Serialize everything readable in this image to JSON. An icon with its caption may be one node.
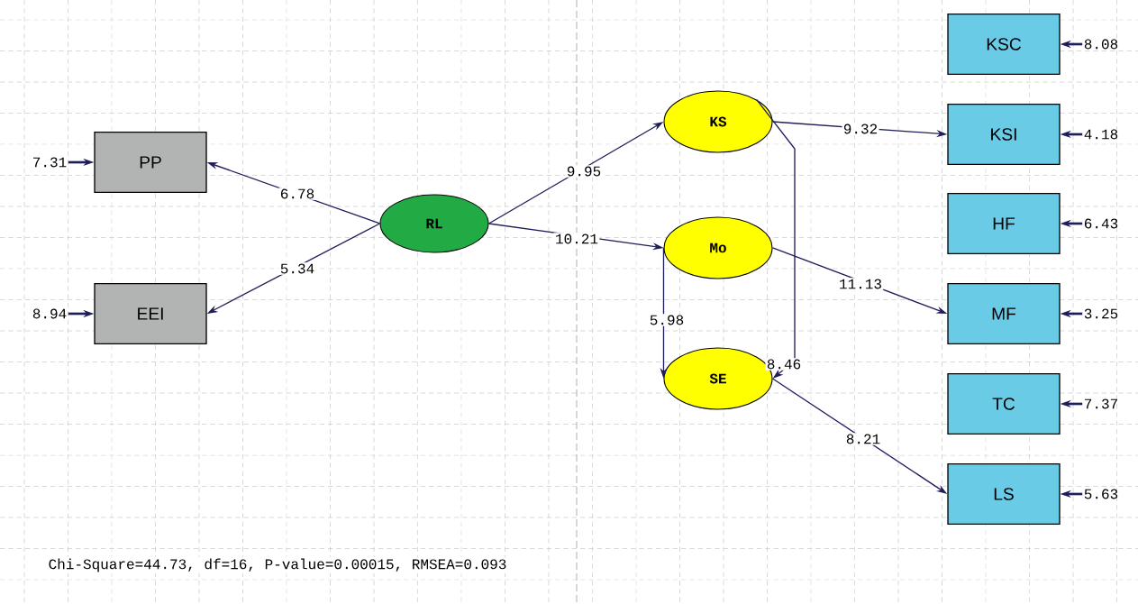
{
  "diagram": {
    "nodes": [
      {
        "text": [
          "PP"
        ]
      },
      {
        "text": [
          "EEI"
        ]
      },
      {
        "text": [
          "RL"
        ]
      },
      {
        "text": [
          "KS"
        ]
      },
      {
        "text": [
          "Mo"
        ]
      },
      {
        "text": [
          "SE"
        ]
      },
      {
        "text": [
          "KSC"
        ]
      },
      {
        "text": [
          "KSI"
        ]
      },
      {
        "text": [
          "HF"
        ]
      },
      {
        "text": [
          "MF"
        ]
      },
      {
        "text": [
          "TC"
        ]
      },
      {
        "text": [
          "LS"
        ]
      },
      {
        "text": [
          "7.31"
        ]
      },
      {
        "text": [
          "8.94"
        ]
      },
      {
        "text": [
          "8.08"
        ]
      },
      {
        "text": [
          "4.18"
        ]
      },
      {
        "text": [
          "6.43"
        ]
      },
      {
        "text": [
          "3.25"
        ]
      },
      {
        "text": [
          "7.37"
        ]
      },
      {
        "text": [
          "5.63"
        ]
      }
    ],
    "edges": [
      {
        "from": 2,
        "to": 0,
        "arrow": "to",
        "label": "6.78"
      },
      {
        "from": 2,
        "to": 1,
        "arrow": "to",
        "label": "5.34"
      },
      {
        "from": 2,
        "to": 3,
        "arrow": "to",
        "label": "9.95"
      },
      {
        "from": 2,
        "to": 4,
        "arrow": "to",
        "label": "10.21"
      },
      {
        "from": 4,
        "to": 5,
        "arrow": "to",
        "label": "5.98"
      },
      {
        "from": 3,
        "to": 5,
        "arrow": "to",
        "label": "8.46"
      },
      {
        "from": 3,
        "to": 7,
        "arrow": "to",
        "label": "9.32"
      },
      {
        "from": 4,
        "to": 9,
        "arrow": "to",
        "label": "11.13"
      },
      {
        "from": 5,
        "to": 11,
        "arrow": "to",
        "label": "8.21"
      },
      {
        "from": 12,
        "to": 0,
        "arrow": "to"
      },
      {
        "from": 13,
        "to": 1,
        "arrow": "to"
      },
      {
        "from": 14,
        "to": 6,
        "arrow": "to"
      },
      {
        "from": 15,
        "to": 7,
        "arrow": "to"
      },
      {
        "from": 16,
        "to": 8,
        "arrow": "to"
      },
      {
        "from": 17,
        "to": 9,
        "arrow": "to"
      },
      {
        "from": 18,
        "to": 10,
        "arrow": "to"
      },
      {
        "from": 19,
        "to": 11,
        "arrow": "to"
      }
    ],
    "labels": [
      "Chi-Square=44.73, df=16, P-value=0.00015, RMSEA=0.093"
    ]
  }
}
